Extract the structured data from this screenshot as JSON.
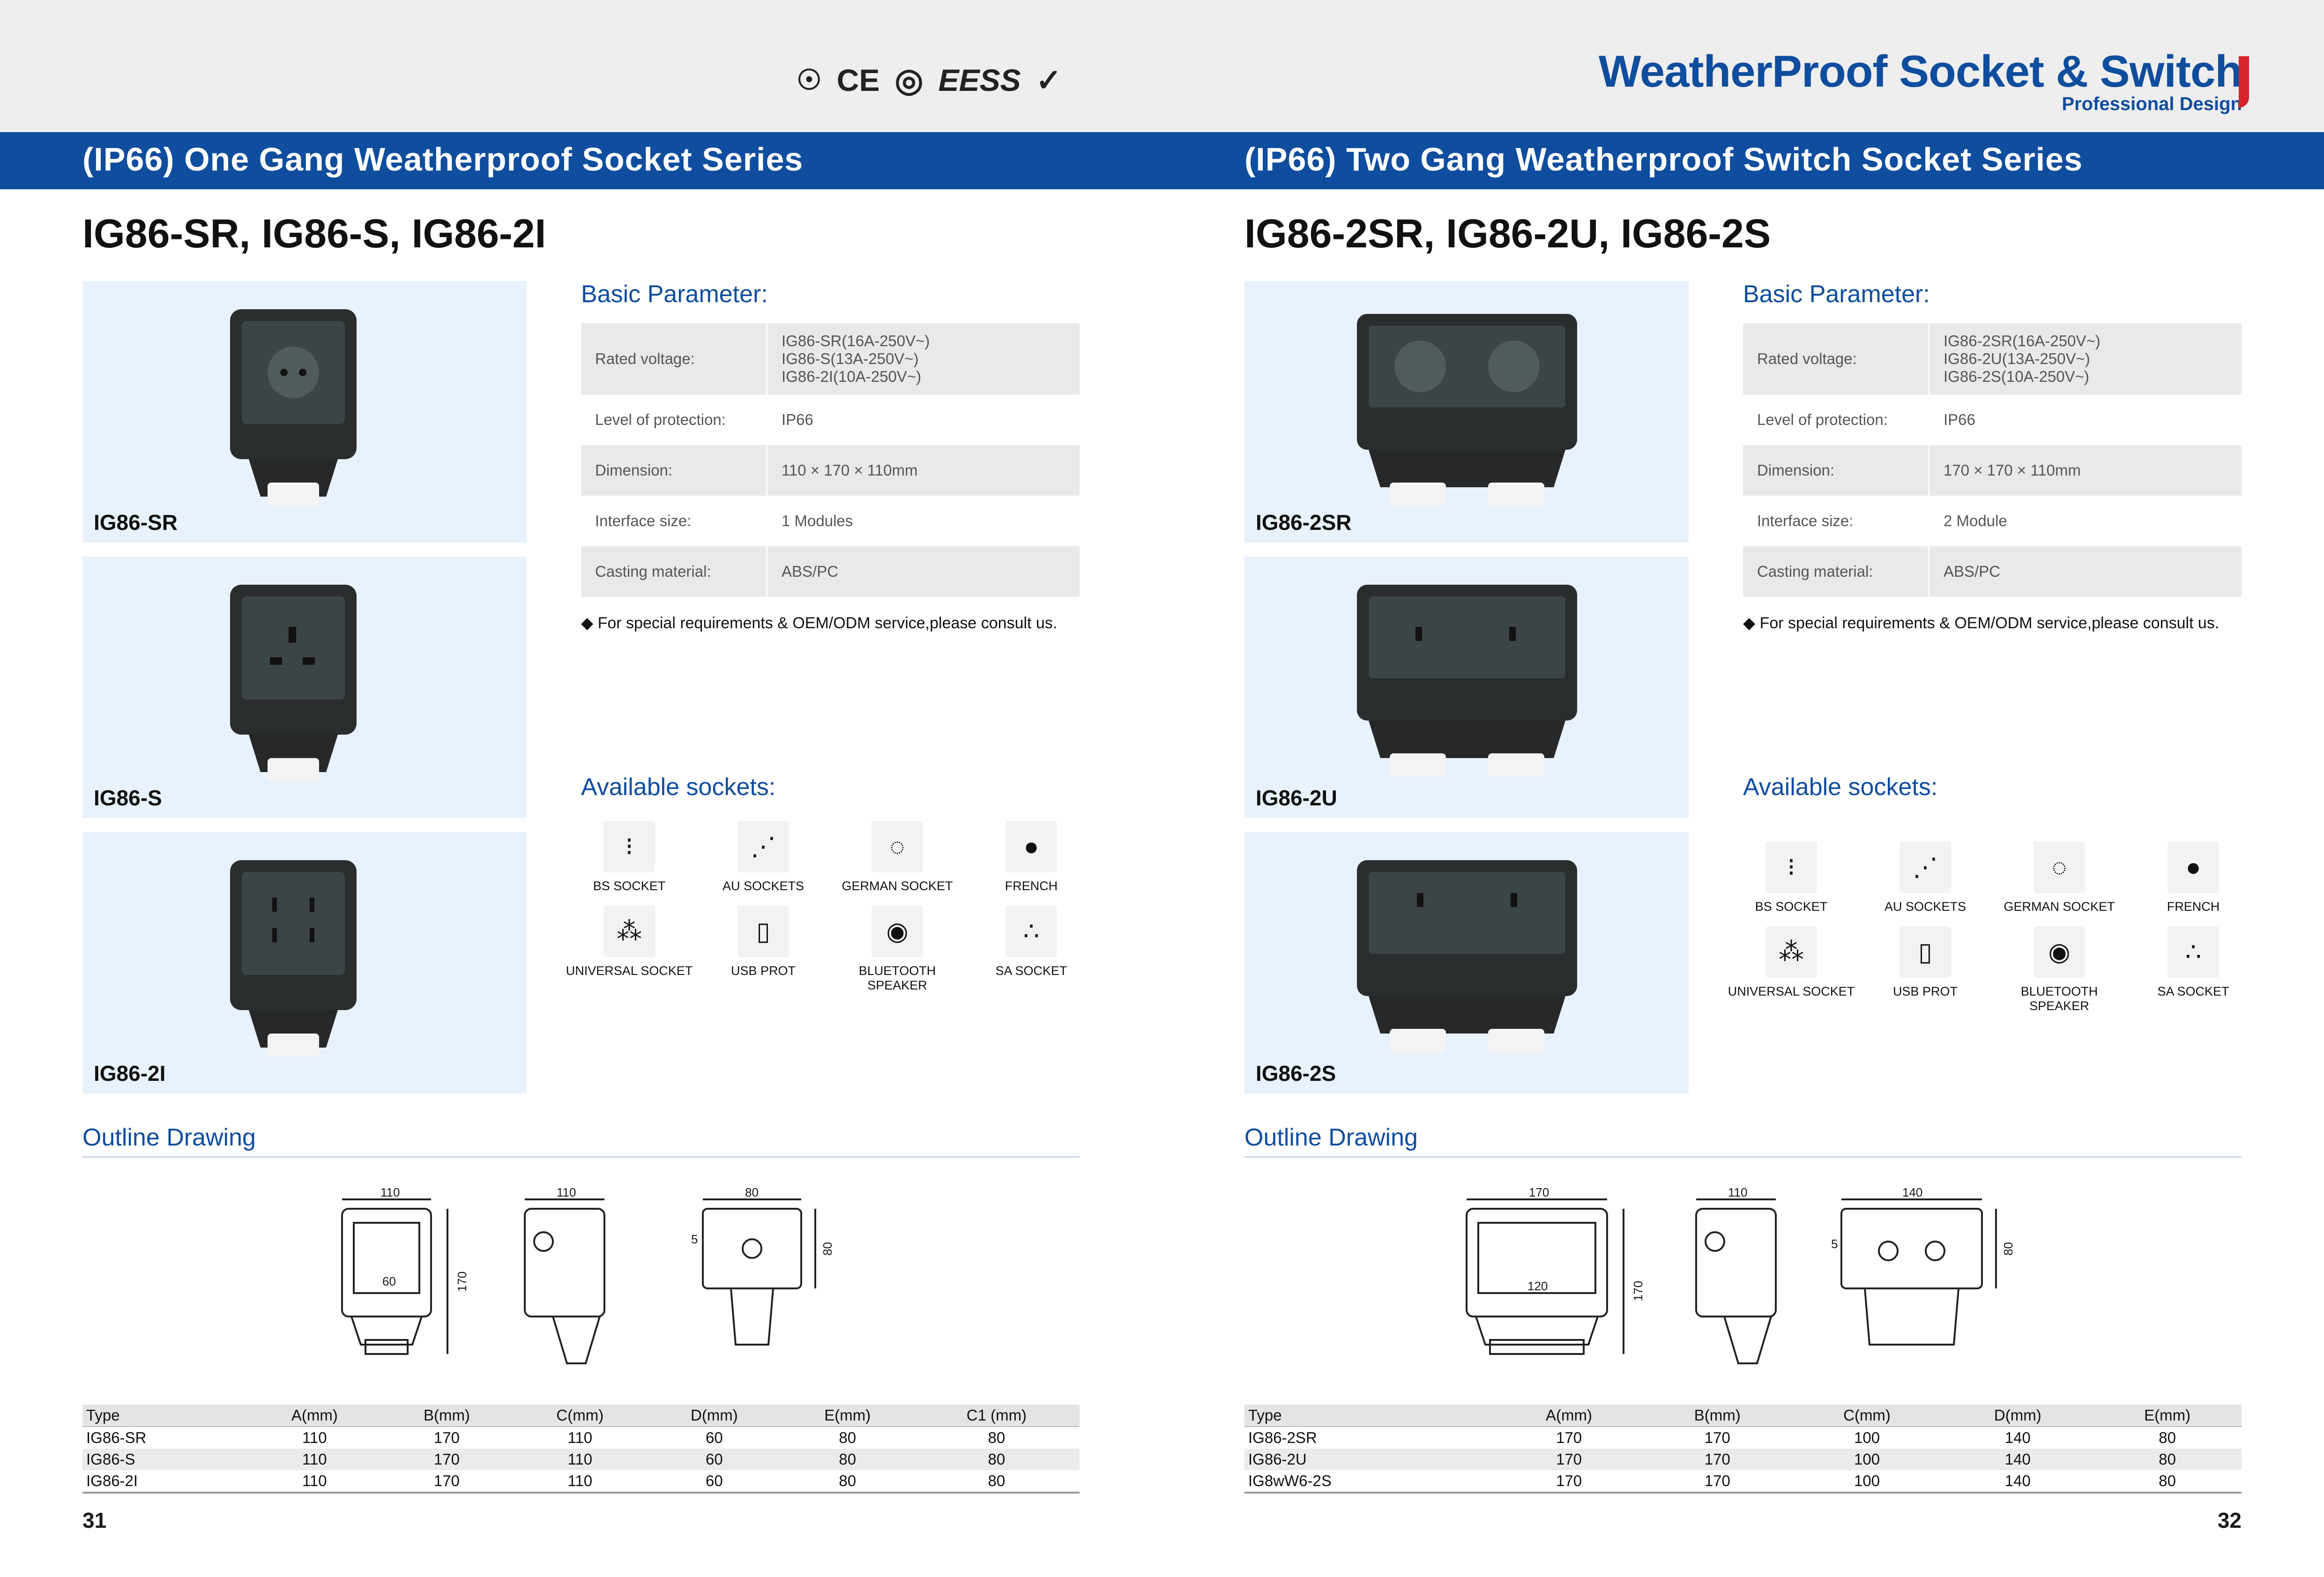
{
  "header": {
    "certifications": [
      "CE",
      "EESS"
    ],
    "brand_title": "WeatherProof Socket & Switch",
    "brand_subtitle": "Professional Design"
  },
  "left": {
    "series_title": "(IP66) One Gang Weatherproof Socket Series",
    "model_title": "IG86-SR, IG86-S, IG86-2I",
    "products": [
      "IG86-SR",
      "IG86-S",
      "IG86-2I"
    ],
    "basic_parameter_heading": "Basic Parameter:",
    "params": [
      {
        "key": "Rated voltage:",
        "value": [
          "IG86-SR(16A-250V~)",
          "IG86-S(13A-250V~)",
          "IG86-2I(10A-250V~)"
        ]
      },
      {
        "key": "Level of protection:",
        "value": [
          "IP66"
        ]
      },
      {
        "key": "Dimension:",
        "value": [
          "110 × 170 × 110mm"
        ]
      },
      {
        "key": "Interface size:",
        "value": [
          "1 Modules"
        ]
      },
      {
        "key": "Casting material:",
        "value": [
          "ABS/PC"
        ]
      }
    ],
    "note": "◆ For special requirements & OEM/ODM service,please consult us.",
    "sockets_heading": "Available sockets:",
    "sockets": [
      "BS SOCKET",
      "AU SOCKETS",
      "GERMAN SOCKET",
      "FRENCH",
      "UNIVERSAL SOCKET",
      "USB PROT",
      "BLUETOOTH SPEAKER",
      "SA SOCKET"
    ],
    "outline_heading": "Outline Drawing",
    "drawing_dims": [
      "110",
      "60",
      "170",
      "110",
      "80",
      "5",
      "80"
    ],
    "table": {
      "headers": [
        "Type",
        "A(mm)",
        "B(mm)",
        "C(mm)",
        "D(mm)",
        "E(mm)",
        "C1 (mm)"
      ],
      "rows": [
        [
          "IG86-SR",
          "110",
          "170",
          "110",
          "60",
          "80",
          "80"
        ],
        [
          "IG86-S",
          "110",
          "170",
          "110",
          "60",
          "80",
          "80"
        ],
        [
          "IG86-2I",
          "110",
          "170",
          "110",
          "60",
          "80",
          "80"
        ]
      ]
    },
    "page_number": "31"
  },
  "right": {
    "series_title": "(IP66) Two Gang Weatherproof Switch Socket Series",
    "model_title": "IG86-2SR, IG86-2U, IG86-2S",
    "products": [
      "IG86-2SR",
      "IG86-2U",
      "IG86-2S"
    ],
    "basic_parameter_heading": "Basic Parameter:",
    "params": [
      {
        "key": "Rated voltage:",
        "value": [
          "IG86-2SR(16A-250V~)",
          "IG86-2U(13A-250V~)",
          "IG86-2S(10A-250V~)"
        ]
      },
      {
        "key": "Level of protection:",
        "value": [
          "IP66"
        ]
      },
      {
        "key": "Dimension:",
        "value": [
          "170 × 170 × 110mm"
        ]
      },
      {
        "key": "Interface size:",
        "value": [
          "2 Module"
        ]
      },
      {
        "key": "Casting material:",
        "value": [
          "ABS/PC"
        ]
      }
    ],
    "note": "◆ For special requirements & OEM/ODM service,please consult us.",
    "sockets_heading": "Available sockets:",
    "sockets": [
      "BS SOCKET",
      "AU SOCKETS",
      "GERMAN SOCKET",
      "FRENCH",
      "UNIVERSAL SOCKET",
      "USB PROT",
      "BLUETOOTH SPEAKER",
      "SA SOCKET"
    ],
    "outline_heading": "Outline Drawing",
    "drawing_dims": [
      "170",
      "120",
      "170",
      "110",
      "140",
      "5",
      "80"
    ],
    "table": {
      "headers": [
        "Type",
        "A(mm)",
        "B(mm)",
        "C(mm)",
        "D(mm)",
        "E(mm)"
      ],
      "rows": [
        [
          "IG86-2SR",
          "170",
          "170",
          "100",
          "140",
          "80"
        ],
        [
          "IG86-2U",
          "170",
          "170",
          "100",
          "140",
          "80"
        ],
        [
          "IG8wW6-2S",
          "170",
          "170",
          "100",
          "140",
          "80"
        ]
      ]
    },
    "page_number": "32"
  }
}
